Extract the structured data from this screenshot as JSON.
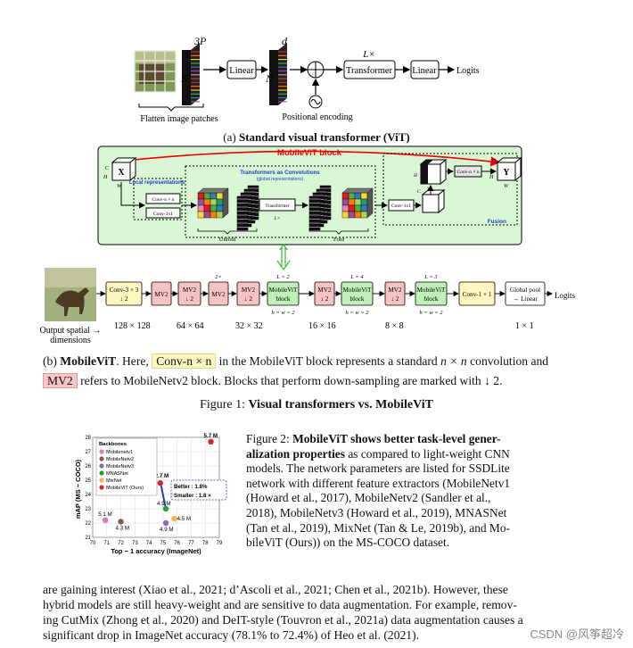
{
  "vit": {
    "flatten_label": "Flatten image patches",
    "dim_3p": "3P",
    "dim_n": "N",
    "linear1": "Linear",
    "dim_d": "d",
    "dim_n2": "N",
    "pos_enc_label": "Positional encoding",
    "lx": "L×",
    "transformer": "Transformer",
    "linear2": "Linear",
    "logits": "Logits",
    "caption_prefix": "(a) ",
    "caption_bold": "Standard visual transformer (ViT)"
  },
  "mvit_block": {
    "title": "MobileViT block",
    "x_label": "X",
    "y_label": "Y",
    "dim_c": "C",
    "dim_h": "H",
    "dim_w": "W",
    "local_title": "Local representations",
    "conv_nxn": "Conv-n × n",
    "conv_1x1": "Conv-1x1",
    "tac_title": "Transformers as Convolutions",
    "tac_sub": "(global representations)",
    "dim_p": "P",
    "dim_n": "N",
    "dim_d": "d",
    "transformer": "Transformer",
    "lx": "L×",
    "unfold": "Unfold",
    "fold": "Fold",
    "fusion": "Fusion",
    "fusion_conv1x1": "Conv-1x1",
    "fusion_convnxn": "Conv-n × n"
  },
  "arch": {
    "blocks": [
      {
        "label": "Conv-3 × 3",
        "sub": "↓ 2",
        "top": ""
      },
      {
        "label": "MV2",
        "sub": "",
        "top": ""
      },
      {
        "label": "MV2",
        "sub": "↓ 2",
        "top": ""
      },
      {
        "label": "MV2",
        "sub": "",
        "top": "2×"
      },
      {
        "label": "MV2",
        "sub": "↓ 2",
        "top": ""
      },
      {
        "label": "MobileViT",
        "sub": "block",
        "top": "L = 2"
      },
      {
        "label": "MV2",
        "sub": "↓ 2",
        "top": ""
      },
      {
        "label": "MobileViT",
        "sub": "block",
        "top": "L = 4"
      },
      {
        "label": "MV2",
        "sub": "↓ 2",
        "top": ""
      },
      {
        "label": "MobileViT",
        "sub": "block",
        "top": "L = 3"
      },
      {
        "label": "Conv-1 × 1",
        "sub": "",
        "top": ""
      },
      {
        "label": "Global pool",
        "sub": "→ Linear",
        "top": ""
      }
    ],
    "logits": "Logits",
    "hw": [
      "h = w = 2",
      "h = w = 2",
      "h = w = 2"
    ],
    "output_spatial": "Output spatial →",
    "dimensions": "dimensions",
    "sizes": [
      "128 × 128",
      "64 × 64",
      "32 × 32",
      "16 × 16",
      "8 × 8",
      "1 × 1"
    ]
  },
  "caption_b": {
    "prefix": "(b) ",
    "bold": "MobileViT",
    "t1": ". Here,",
    "conv_hl": "Conv-n × n",
    "t2": "in the MobileViT block represents a standard",
    "nxn": "n × n",
    "t3": "convolution and",
    "mv2_hl": "MV2",
    "t4": "refers to MobileNetv2 block. Blocks that perform down-sampling are marked with ↓ 2."
  },
  "figure1": {
    "prefix": "Figure 1: ",
    "bold": "Visual transformers vs. MobileViT"
  },
  "chart_data": {
    "type": "scatter",
    "xlabel": "Top − 1 accuracy (ImageNet)",
    "ylabel": "mAP (MS − COCO)",
    "xlim": [
      70,
      79
    ],
    "ylim": [
      21,
      28
    ],
    "xticks": [
      70,
      71,
      72,
      73,
      74,
      75,
      76,
      77,
      78,
      79
    ],
    "yticks": [
      21,
      22,
      23,
      24,
      25,
      26,
      27,
      28
    ],
    "grid": true,
    "legend_title": "Backbones",
    "legend_placement": "top-left",
    "series": [
      {
        "name": "Mobilenetv1",
        "color": "#e377c2",
        "x": 70.9,
        "y": 22.2,
        "label": "5.1 M"
      },
      {
        "name": "MobileNetv2",
        "color": "#8c564b",
        "x": 72.0,
        "y": 22.1,
        "label": "4.3 M"
      },
      {
        "name": "MobileNetv3",
        "color": "#9467bd",
        "x": 75.2,
        "y": 22.0,
        "label": "4.9 M"
      },
      {
        "name": "MNASNet",
        "color": "#2ca02c",
        "x": 75.2,
        "y": 23.0,
        "label": "4.9 M"
      },
      {
        "name": "MixNet",
        "color": "#ffb04d",
        "x": 75.8,
        "y": 22.3,
        "label": "4.5 M"
      },
      {
        "name": "MobileViT (Ours)",
        "color": "#d62728",
        "x": 74.8,
        "y": 24.8,
        "label": "2.7 M"
      },
      {
        "name": "MobileViT (Ours)",
        "color": "#d62728",
        "x": 78.4,
        "y": 27.7,
        "label": "5.7 M"
      }
    ],
    "annotation_better": "Better : 1.8%",
    "annotation_smaller": "Smaller : 1.8 ×"
  },
  "figure2": {
    "prefix": "Figure 2: ",
    "bold": "MobileViT shows better task-level generalization properties",
    "lines": [
      "Figure 2: MobileViT shows better task-level gener-",
      "alization properties as compared to light-weight CNN",
      "models. The network parameters are listed for SSDLite",
      "network with different feature extractors (MobileNetv1",
      "(Howard et al., 2017), MobileNetv2 (Sandler et al.,",
      "2018), MobileNetv3 (Howard et al., 2019), MNASNet",
      "(Tan et al., 2019), MixNet (Tan & Le, 2019b), and Mo-",
      "bileViT (Ours)) on the MS-COCO dataset."
    ]
  },
  "body_text": {
    "lines": [
      "are gaining interest (Xiao et al., 2021; d’Ascoli et al., 2021; Chen et al., 2021b).  However, these",
      "hybrid models are still heavy-weight and are sensitive to data augmentation. For example, remov-",
      "ing CutMix (Zhong et al., 2020) and DeIT-style (Touvron et al., 2021a) data augmentation causes a",
      "significant drop in ImageNet accuracy (78.1% to 72.4%) of Heo et al. (2021)."
    ]
  },
  "watermark": "CSDN @风筝超冷"
}
